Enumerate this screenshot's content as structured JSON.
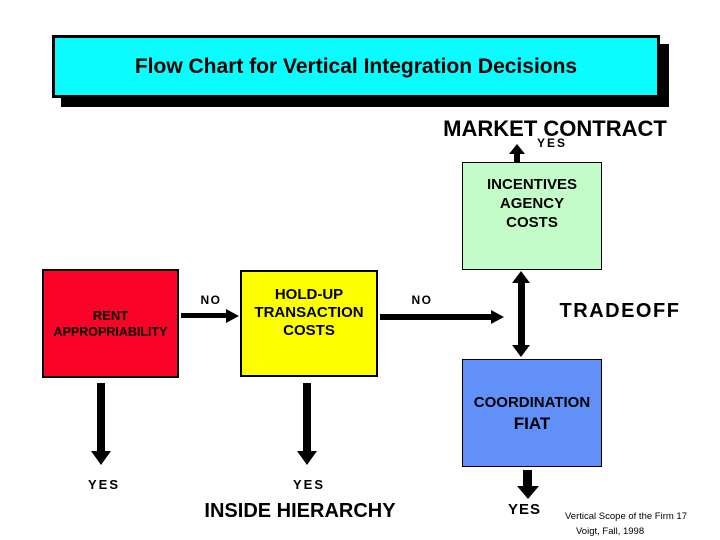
{
  "title": {
    "text": "Flow Chart for Vertical Integration Decisions",
    "fill_color": "#0AFCFF",
    "shadow_color": "#000000"
  },
  "labels": {
    "market_contract": "MARKET CONTRACT",
    "yes_top": "YES",
    "no_left": "NO",
    "no_right": "NO",
    "tradeoff": "TRADEOFF",
    "yes_left": "YES",
    "yes_middle": "YES",
    "inside_hierarchy": "INSIDE HIERARCHY",
    "yes_right": "YES"
  },
  "boxes": {
    "incentives": {
      "lines": [
        "INCENTIVES",
        "AGENCY",
        "COSTS"
      ],
      "fill_color": "#C3FCC8"
    },
    "rent": {
      "lines": [
        "RENT",
        "APPROPRIABILITY"
      ],
      "fill_color": "#FA0328"
    },
    "holdup": {
      "lines": [
        "HOLD-UP",
        "TRANSACTION",
        "COSTS"
      ],
      "fill_color": "#FDFF00"
    },
    "coordination": {
      "lines": [
        "COORDINATION",
        "FIAT"
      ],
      "fill_color": "#6190F8"
    }
  },
  "arrows": {
    "color": "#000000",
    "items": [
      "up-arrow-green-to-market",
      "right-arrow-rent-to-holdup",
      "right-arrow-holdup-to-tradeoff",
      "double-arrow-green-to-blue",
      "down-arrow-rent-to-yes",
      "down-arrow-holdup-to-yes",
      "down-arrow-coordination-to-yes"
    ]
  },
  "footer": {
    "line1": "Vertical Scope of the Firm 17",
    "line2": "Voigt, Fall, 1998"
  },
  "page": {
    "background": "#FFFFFF"
  }
}
